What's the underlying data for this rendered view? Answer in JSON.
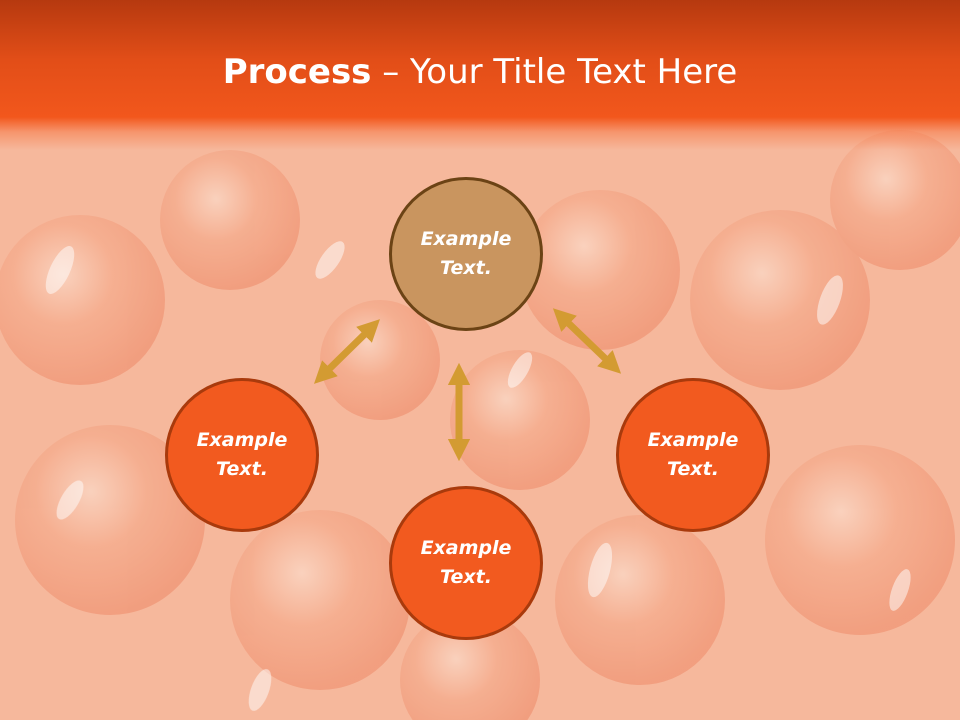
{
  "slide": {
    "title_bold": "Process",
    "title_rest": " – Your Title Text Here"
  },
  "diagram": {
    "center_node": {
      "text": "Example Text."
    },
    "left_node": {
      "text": "Example Text."
    },
    "right_node": {
      "text": "Example Text."
    },
    "bottom_node": {
      "text": "Example Text."
    }
  },
  "colors": {
    "title_band": "#f2571c",
    "center_fill": "#c9955f",
    "center_border": "#6b4315",
    "node_fill": "#f25a1f",
    "node_border": "#a93a0c",
    "arrow": "#d39b32"
  }
}
